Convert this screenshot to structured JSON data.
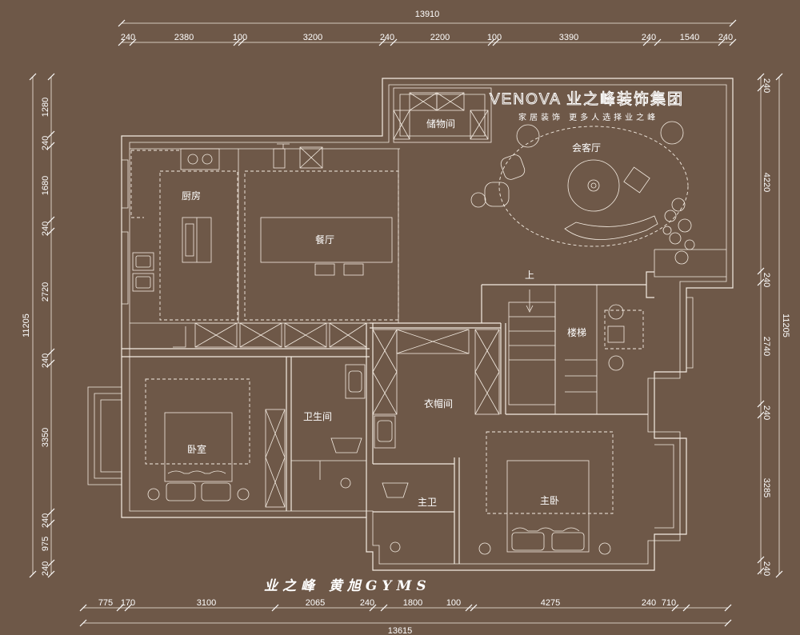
{
  "dimensions": {
    "top_total": "13910",
    "top_segments": [
      "240",
      "2380",
      "100",
      "3200",
      "240",
      "2200",
      "100",
      "3390",
      "240",
      "1540",
      "240"
    ],
    "bottom_total": "13615",
    "bottom_segments": [
      "775",
      "170",
      "3100",
      "2065",
      "240",
      "1800",
      "100",
      "4275",
      "240",
      "710"
    ],
    "left_total": "11205",
    "left_segments": [
      "1280",
      "240",
      "1680",
      "240",
      "2720",
      "240",
      "3350",
      "240",
      "975",
      "240"
    ],
    "right_total": "11205",
    "right_segments": [
      "240",
      "4220",
      "240",
      "2740",
      "240",
      "3285",
      "240"
    ]
  },
  "rooms": {
    "storage": "储物间",
    "lounge": "会客厅",
    "kitchen": "厨房",
    "dining": "餐厅",
    "stairs": "楼梯",
    "up": "上",
    "bathroom": "卫生间",
    "closet": "衣帽间",
    "bedroom": "卧室",
    "master_bath": "主卫",
    "master_bedroom": "主卧"
  },
  "caption": "业之峰 黄旭GYMS",
  "watermark": {
    "brand": "VENOVA 业之峰装饰集团",
    "slogan": "家居装饰 更多人选择业之峰"
  }
}
